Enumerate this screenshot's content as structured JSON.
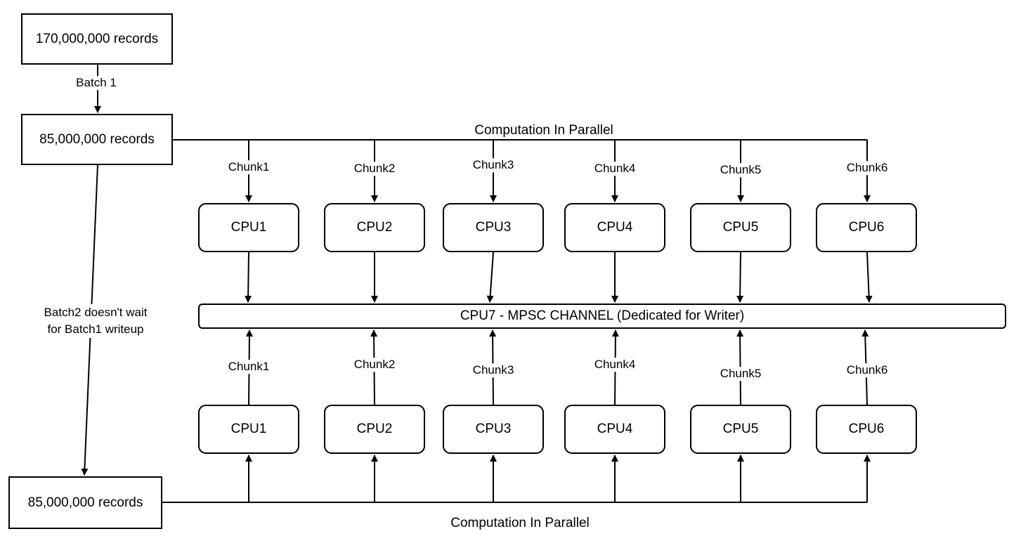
{
  "records": {
    "total": "170,000,000 records",
    "batch1": "85,000,000 records",
    "batch2": "85,000,000 records"
  },
  "edges": {
    "batch1_label": "Batch 1",
    "batch2_label_line1": "Batch2 doesn't wait",
    "batch2_label_line2": "for Batch1 writeup"
  },
  "parallel_label_top": "Computation In Parallel",
  "parallel_label_bottom": "Computation In Parallel",
  "channel_label": "CPU7 - MPSC CHANNEL (Dedicated for Writer)",
  "top_row": {
    "chunks": [
      "Chunk1",
      "Chunk2",
      "Chunk3",
      "Chunk4",
      "Chunk5",
      "Chunk6"
    ],
    "cpus": [
      "CPU1",
      "CPU2",
      "CPU3",
      "CPU4",
      "CPU5",
      "CPU6"
    ]
  },
  "bottom_row": {
    "chunks": [
      "Chunk1",
      "Chunk2",
      "Chunk3",
      "Chunk4",
      "Chunk5",
      "Chunk6"
    ],
    "cpus": [
      "CPU1",
      "CPU2",
      "CPU3",
      "CPU4",
      "CPU5",
      "CPU6"
    ]
  }
}
